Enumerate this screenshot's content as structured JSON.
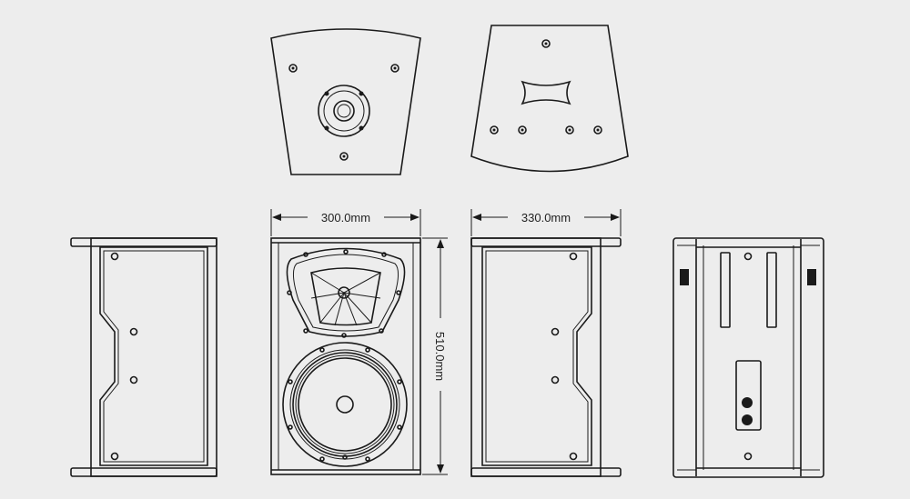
{
  "drawing": {
    "dimensions": {
      "front_width": "300.0mm",
      "front_height": "510.0mm",
      "side_depth": "330.0mm"
    },
    "views": [
      "top-view",
      "bottom-view",
      "left-side-view",
      "front-view",
      "right-side-view",
      "rear-view"
    ],
    "colors": {
      "background": "#ededed",
      "line": "#1a1a1a"
    }
  }
}
